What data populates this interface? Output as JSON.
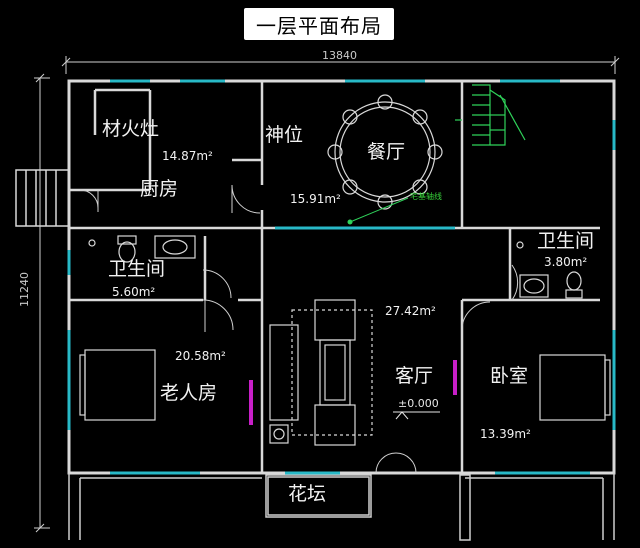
{
  "title": "一层平面布局",
  "dimensions": {
    "width": "13840",
    "height": "11240"
  },
  "rooms": [
    {
      "key": "kitchen_stove",
      "label": "材火灶"
    },
    {
      "key": "kitchen_area",
      "label": "14.87m²"
    },
    {
      "key": "kitchen",
      "label": "厨房"
    },
    {
      "key": "shrine",
      "label": "神位"
    },
    {
      "key": "dining",
      "label": "餐厅"
    },
    {
      "key": "dining_area",
      "label": "15.91m²"
    },
    {
      "key": "bath_left",
      "label": "卫生间"
    },
    {
      "key": "bath_left_area",
      "label": "5.60m²"
    },
    {
      "key": "bath_right",
      "label": "卫生间"
    },
    {
      "key": "bath_right_area",
      "label": "3.80m²"
    },
    {
      "key": "elder_area",
      "label": "20.58m²"
    },
    {
      "key": "elder",
      "label": "老人房"
    },
    {
      "key": "living_area",
      "label": "27.42m²"
    },
    {
      "key": "living",
      "label": "客厅"
    },
    {
      "key": "level",
      "label": "±0.000"
    },
    {
      "key": "bedroom",
      "label": "卧室"
    },
    {
      "key": "bedroom_area",
      "label": "13.39m²"
    },
    {
      "key": "planter",
      "label": "花坛"
    },
    {
      "key": "axis_note",
      "label": "宅基轴线"
    }
  ],
  "colors": {
    "wall": "#d9d9d9",
    "window": "#28b9c7",
    "door_mark": "#c81fc8",
    "stair": "#2fd25a"
  }
}
